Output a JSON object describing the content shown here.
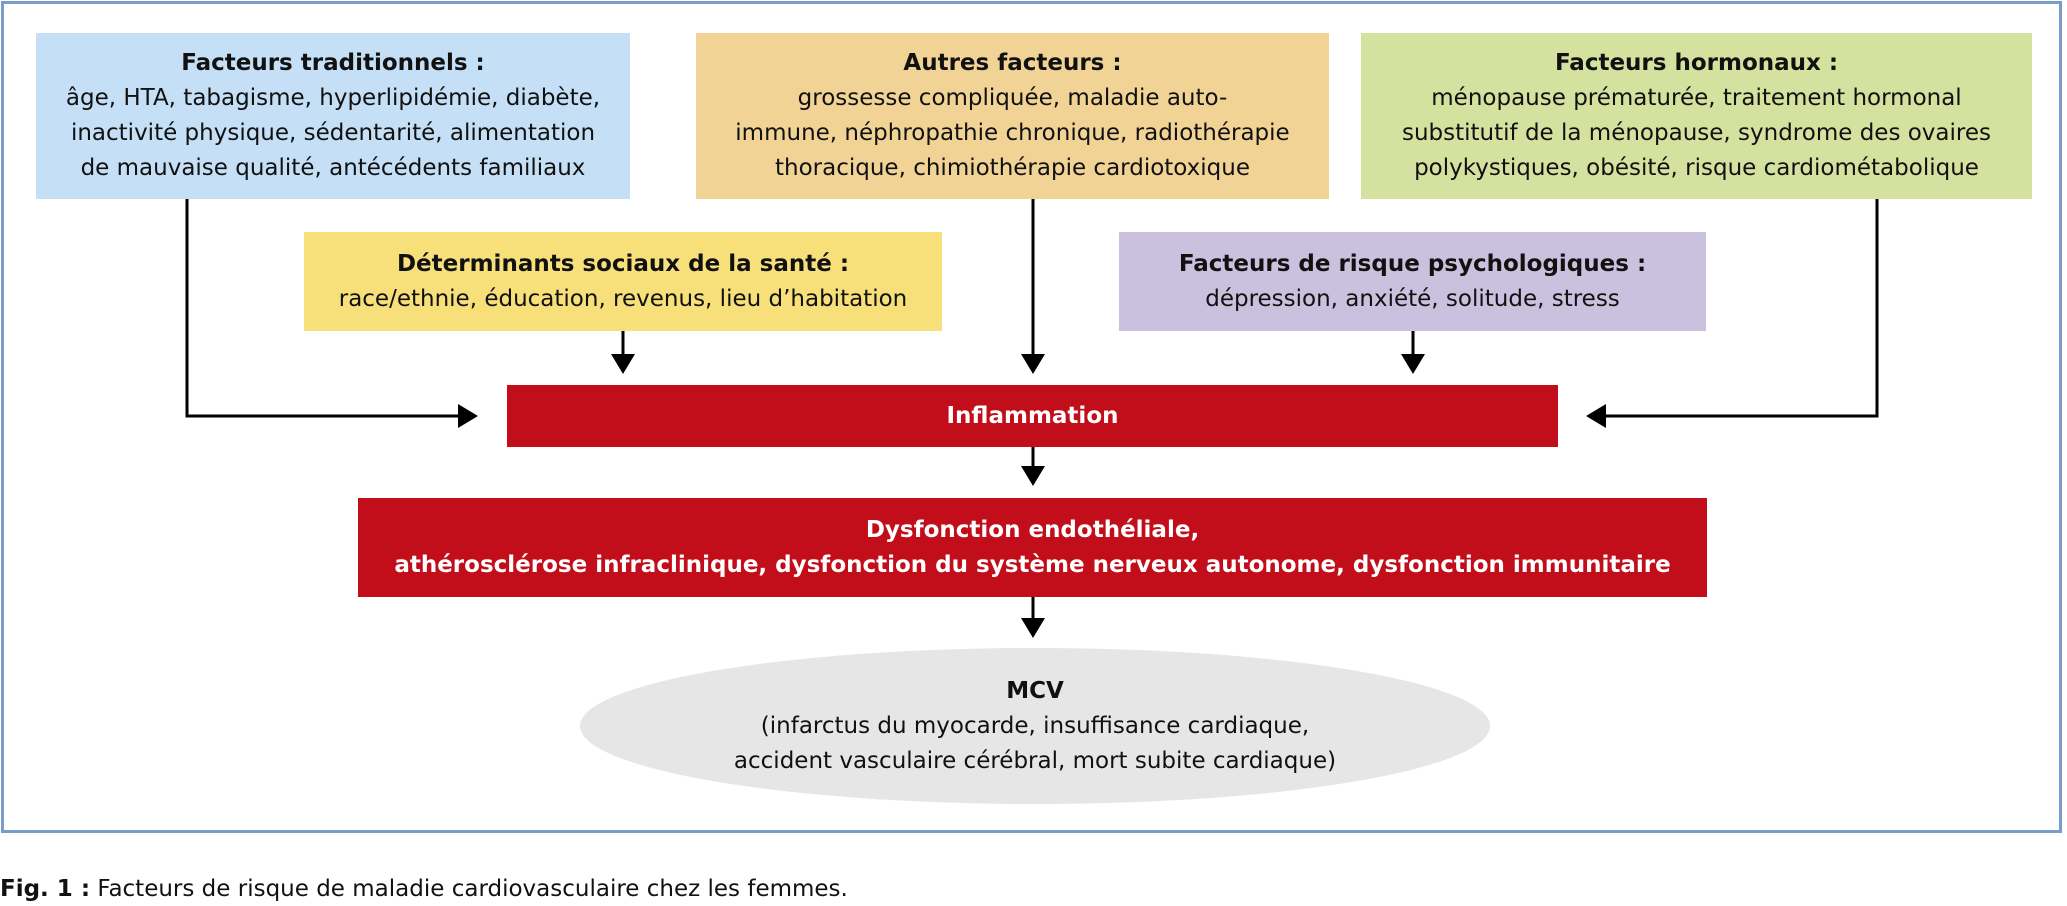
{
  "boxes": {
    "traditional": {
      "title": "Facteurs traditionnels :",
      "lines": [
        "âge, HTA, tabagisme, hyperlipidémie, diabète,",
        "inactivité physique, sédentarité, alimentation",
        "de mauvaise qualité, antécédents familiaux"
      ],
      "color": "#c5e0f6"
    },
    "other": {
      "title": "Autres facteurs :",
      "lines": [
        "grossesse compliquée, maladie auto-",
        "immune, néphropathie chronique, radiothérapie",
        "thoracique, chimiothérapie cardiotoxique"
      ],
      "color": "#f1d495"
    },
    "hormonal": {
      "title": "Facteurs hormonaux :",
      "lines": [
        "ménopause prématurée, traitement hormonal",
        "substitutif de la ménopause, syndrome des ovaires",
        "polykystiques, obésité, risque cardiométabolique"
      ],
      "color": "#d5e19f"
    },
    "social": {
      "title": "Déterminants sociaux de la santé :",
      "lines": [
        "race/ethnie, éducation, revenus, lieu d’habitation"
      ],
      "color": "#f7e07a"
    },
    "psychological": {
      "title": "Facteurs de risque psychologiques :",
      "lines": [
        "dépression, anxiété, solitude, stress"
      ],
      "color": "#c9c1de"
    },
    "inflammation": {
      "label": "Inflammation",
      "color": "#c20e1a"
    },
    "dysfunction": {
      "lines": [
        "Dysfonction endothéliale,",
        "athérosclérose infraclinique, dysfonction du système nerveux autonome, dysfonction immunitaire"
      ],
      "color": "#c20e1a"
    },
    "mcv": {
      "title": "MCV",
      "lines": [
        "(infarctus du myocarde, insuffisance cardiaque,",
        "accident vasculaire cérébral, mort subite cardiaque)"
      ],
      "color": "#e6e6e6"
    }
  },
  "caption": {
    "label": "Fig. 1 :",
    "text": " Facteurs de risque de maladie cardiovasculaire chez les femmes."
  },
  "frame_color": "#7a9cc8"
}
